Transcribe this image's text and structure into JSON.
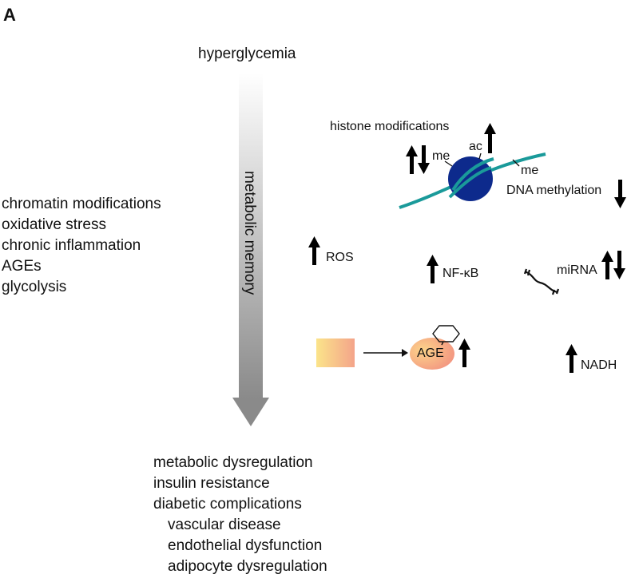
{
  "panel_label": "A",
  "top_label": "hyperglycemia",
  "arrow_label": "metabolic memory",
  "mechanisms": [
    "chromatin modifications",
    "oxidative stress",
    "chronic inflammation",
    "AGEs",
    "glycolysis"
  ],
  "outcomes": {
    "items": [
      "metabolic dysregulation",
      "insulin resistance",
      "diabetic complications"
    ],
    "subitems": [
      "vascular disease",
      "endothelial dysfunction",
      "adipocyte dysregulation"
    ]
  },
  "chromatin": {
    "title": "histone modifications",
    "me_left": "me",
    "ac": "ac",
    "me_right": "me",
    "dna_methylation": "DNA methylation"
  },
  "ros": "ROS",
  "nfkb": "NF-κB",
  "mirna": "miRNA",
  "age": "AGE",
  "nadh": "NADH",
  "colors": {
    "nucleosome": "#0d2a8c",
    "dna": "#1a9a9a",
    "age_fill": "#f5a27a",
    "precursor_left": "#fbe48a",
    "precursor_right": "#f4a48a",
    "arrow_dark": "#888888"
  }
}
